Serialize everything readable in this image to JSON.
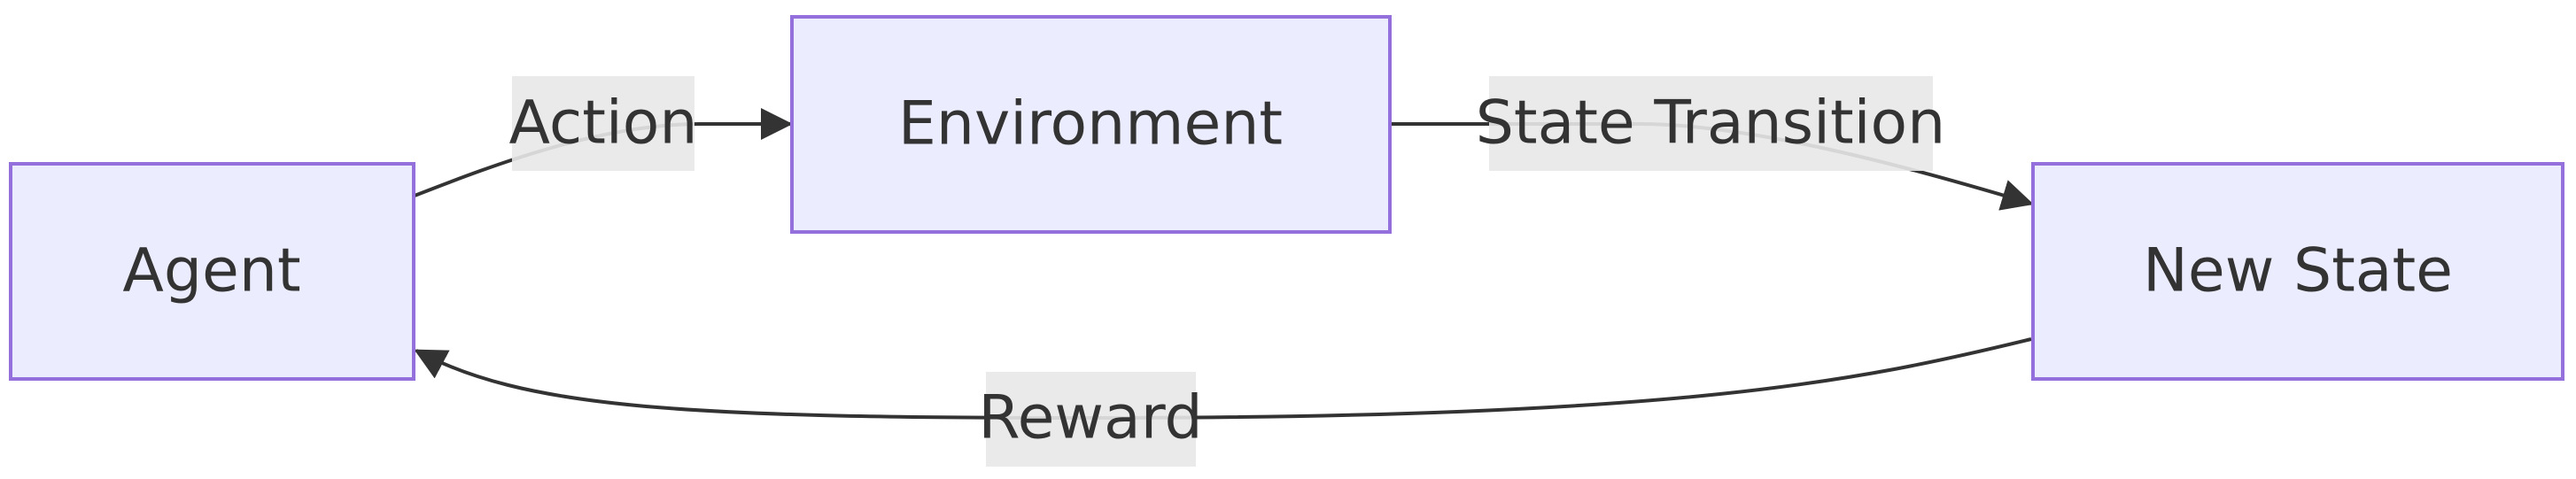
{
  "diagram": {
    "nodes": {
      "agent": "Agent",
      "environment": "Environment",
      "new_state": "New State"
    },
    "edges": {
      "action": "Action",
      "state_transition": "State Transition",
      "reward": "Reward"
    }
  },
  "colors": {
    "node_fill": "#ECECFF",
    "node_stroke": "#9370DB",
    "edge": "#333333",
    "label_bg": "#E8E8E8",
    "text": "#333333"
  }
}
